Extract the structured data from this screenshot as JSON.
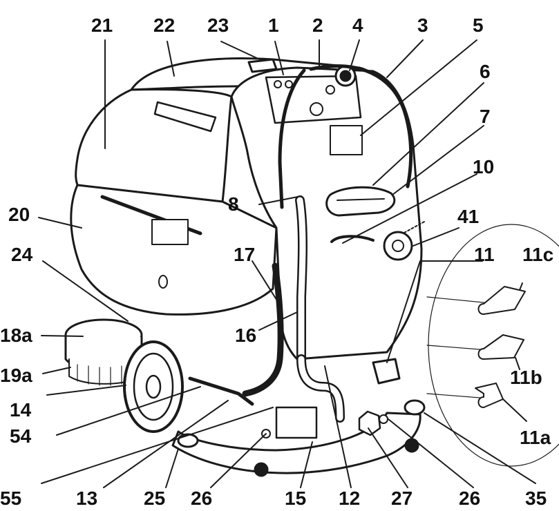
{
  "callouts": [
    {
      "id": "c21",
      "label": "21"
    },
    {
      "id": "c22",
      "label": "22"
    },
    {
      "id": "c23",
      "label": "23"
    },
    {
      "id": "c1",
      "label": "1"
    },
    {
      "id": "c2",
      "label": "2"
    },
    {
      "id": "c4",
      "label": "4"
    },
    {
      "id": "c3",
      "label": "3"
    },
    {
      "id": "c5",
      "label": "5"
    },
    {
      "id": "c6",
      "label": "6"
    },
    {
      "id": "c7",
      "label": "7"
    },
    {
      "id": "c10",
      "label": "10"
    },
    {
      "id": "c8",
      "label": "8"
    },
    {
      "id": "c20",
      "label": "20"
    },
    {
      "id": "c41",
      "label": "41"
    },
    {
      "id": "c24",
      "label": "24"
    },
    {
      "id": "c17",
      "label": "17"
    },
    {
      "id": "c11",
      "label": "11"
    },
    {
      "id": "c11c",
      "label": "11c"
    },
    {
      "id": "c18a",
      "label": "18a"
    },
    {
      "id": "c16",
      "label": "16"
    },
    {
      "id": "c19a",
      "label": "19a"
    },
    {
      "id": "c11b",
      "label": "11b"
    },
    {
      "id": "c14",
      "label": "14"
    },
    {
      "id": "c54",
      "label": "54"
    },
    {
      "id": "c11a",
      "label": "11a"
    },
    {
      "id": "c55",
      "label": "55"
    },
    {
      "id": "c13",
      "label": "13"
    },
    {
      "id": "c25",
      "label": "25"
    },
    {
      "id": "c26a",
      "label": "26"
    },
    {
      "id": "c15",
      "label": "15"
    },
    {
      "id": "c12",
      "label": "12"
    },
    {
      "id": "c27",
      "label": "27"
    },
    {
      "id": "c26b",
      "label": "26"
    },
    {
      "id": "c35",
      "label": "35"
    }
  ],
  "colors": {
    "ink": "#111111",
    "line": "#1a1a1a",
    "fill": "#ffffff",
    "shade": "#f2f2f2"
  }
}
